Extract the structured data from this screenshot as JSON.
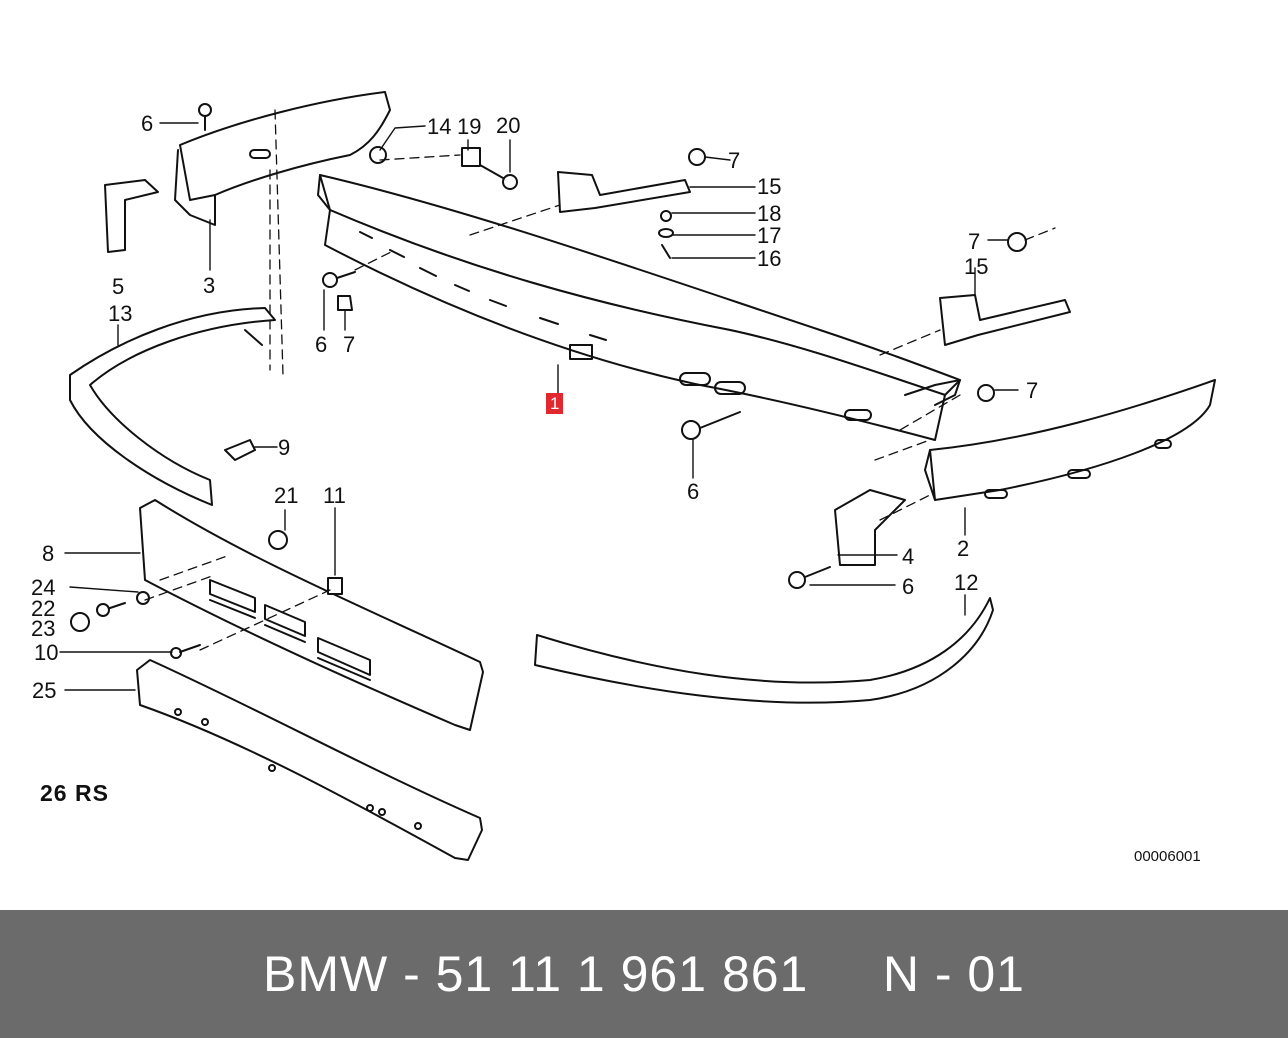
{
  "diagram": {
    "labels": {
      "p1": "1",
      "p2": "2",
      "p3": "3",
      "p4": "4",
      "p5": "5",
      "p6a": "6",
      "p6b": "6",
      "p6c": "6",
      "p6d": "6",
      "p7a": "7",
      "p7b": "7",
      "p7c": "7",
      "p7d": "7",
      "p8": "8",
      "p9": "9",
      "p10": "10",
      "p11": "11",
      "p12": "12",
      "p13": "13",
      "p14": "14",
      "p15a": "15",
      "p15b": "15",
      "p16": "16",
      "p17": "17",
      "p18": "18",
      "p19": "19",
      "p20": "20",
      "p21": "21",
      "p22": "22",
      "p23": "23",
      "p24": "24",
      "p25": "25"
    },
    "rs_note": "26  RS",
    "reference_code": "00006001",
    "highlight_color": "#e0282e"
  },
  "footer": {
    "text": "BMW - 51 11 1 961 861     N - 01",
    "background": "#6b6b6b"
  }
}
